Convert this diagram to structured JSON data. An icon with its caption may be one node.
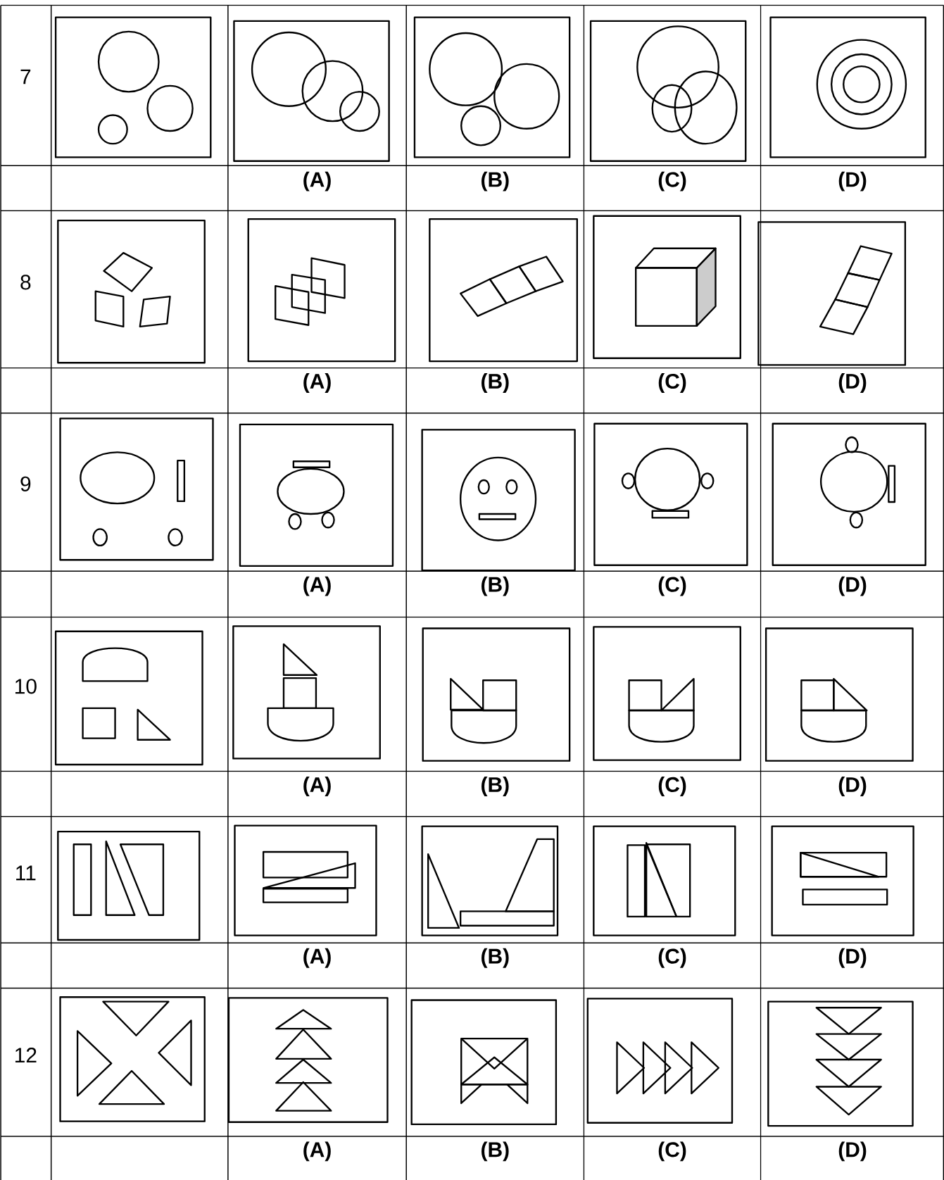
{
  "diagram": {
    "labels": [
      "7",
      "(A)",
      "(B)",
      "(C)",
      "(D)",
      "8",
      "(A)",
      "(B)",
      "(C)",
      "(D)",
      "9",
      "(A)",
      "(B)",
      "(C)",
      "(D)",
      "10",
      "(A)",
      "(B)",
      "(C)",
      "(D)",
      "11",
      "(A)",
      "(B)",
      "(C)",
      "(D)",
      "12",
      "(A)",
      "(B)",
      "(C)",
      "(D)"
    ]
  }
}
